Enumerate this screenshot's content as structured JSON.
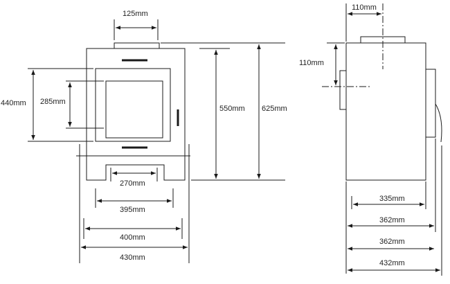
{
  "dimensions": {
    "front_top_width": "125mm",
    "front_glass_outer_height": "440mm",
    "front_glass_inner_height": "285mm",
    "front_height_550": "550mm",
    "front_height_625": "625mm",
    "front_base_270": "270mm",
    "front_width_395": "395mm",
    "front_width_400": "400mm",
    "front_width_430": "430mm",
    "side_flue_offset": "110mm",
    "side_flue_height": "110mm",
    "side_depth_335": "335mm",
    "side_depth_362a": "362mm",
    "side_depth_362b": "362mm",
    "side_depth_432": "432mm"
  }
}
